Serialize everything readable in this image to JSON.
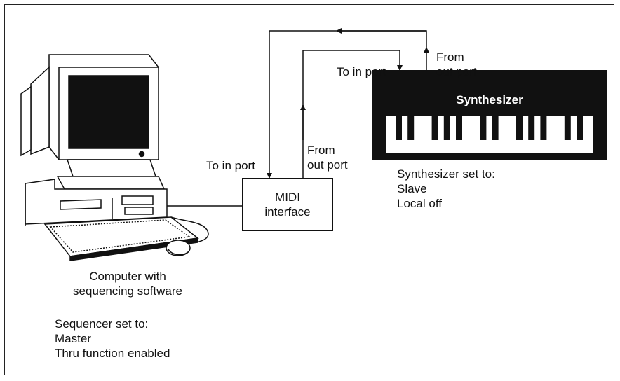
{
  "computer": {
    "caption": [
      "Computer with",
      "sequencing software"
    ],
    "settings": [
      "Sequencer set to:",
      "Master",
      "Thru function enabled"
    ]
  },
  "midi_interface": {
    "lines": [
      "MIDI",
      "interface"
    ]
  },
  "connection_labels": {
    "to_in_port_left": "To in port",
    "from_out_port_left": [
      "From",
      "out port"
    ],
    "to_in_port_top": "To in port",
    "from_out_port_top": [
      "From",
      "out port"
    ]
  },
  "synthesizer": {
    "title": "Synthesizer",
    "settings": [
      "Synthesizer set to:",
      "Slave",
      "Local off"
    ]
  },
  "colors": {
    "ink": "#111111",
    "synth_body": "#111111",
    "screen": "#111111",
    "background": "#ffffff"
  }
}
